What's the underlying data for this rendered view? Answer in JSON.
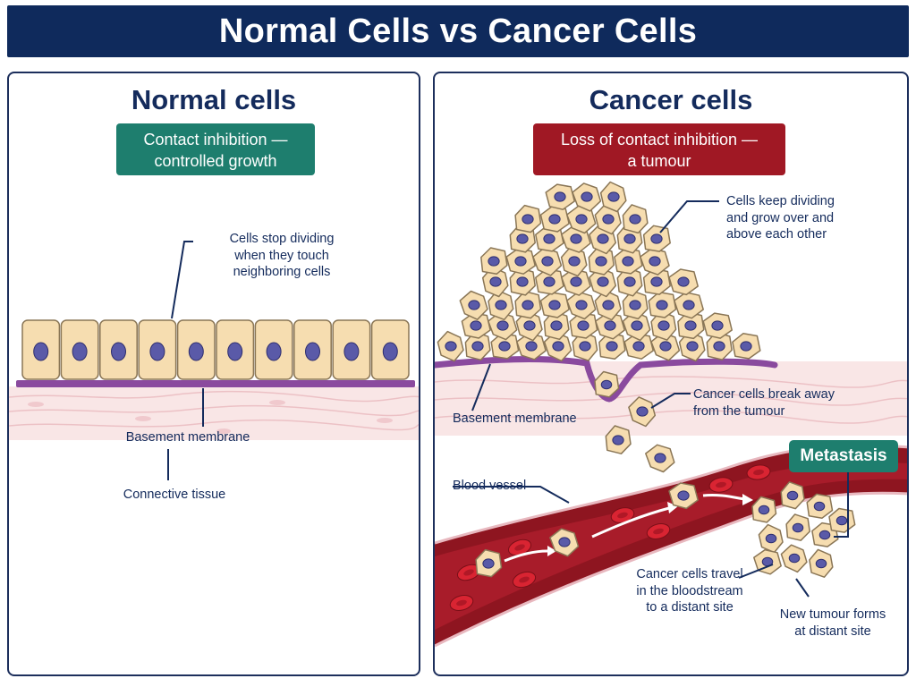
{
  "title": "Normal Cells vs Cancer Cells",
  "normal_panel": {
    "heading": "Normal cells",
    "badge_lines": [
      "Contact inhibition —",
      "controlled growth"
    ],
    "label_stop_dividing": [
      "Cells stop dividing",
      "when they touch",
      "neighboring cells"
    ],
    "label_basement": "Basement membrane",
    "label_connective": "Connective tissue",
    "cell_count": 10
  },
  "cancer_panel": {
    "heading": "Cancer cells",
    "badge_lines": [
      "Loss of contact inhibition —",
      "a tumour"
    ],
    "label_keep_dividing": [
      "Cells keep dividing",
      "and grow over and",
      "above each other"
    ],
    "label_basement": "Basement membrane",
    "label_break_away": [
      "Cancer cells break away",
      "from the tumour"
    ],
    "label_blood_vessel": "Blood vessel",
    "label_metastasis": "Metastasis",
    "label_travel": [
      "Cancer cells travel",
      "in the bloodstream",
      "to a distant site"
    ],
    "label_new_tumour": [
      "New tumour forms",
      "at distant site"
    ]
  },
  "colors": {
    "title_bg": "#0f2a5c",
    "text_navy": "#142b5c",
    "teal": "#1e7e6e",
    "red_badge": "#a01824",
    "cell_fill": "#f6ddb0",
    "cell_stroke": "#8a7656",
    "nucleus": "#5a5aa8",
    "membrane": "#8a4a9e",
    "tissue": "#f7e2e2",
    "vessel": "#8e1520",
    "rbc": "#d92432"
  }
}
